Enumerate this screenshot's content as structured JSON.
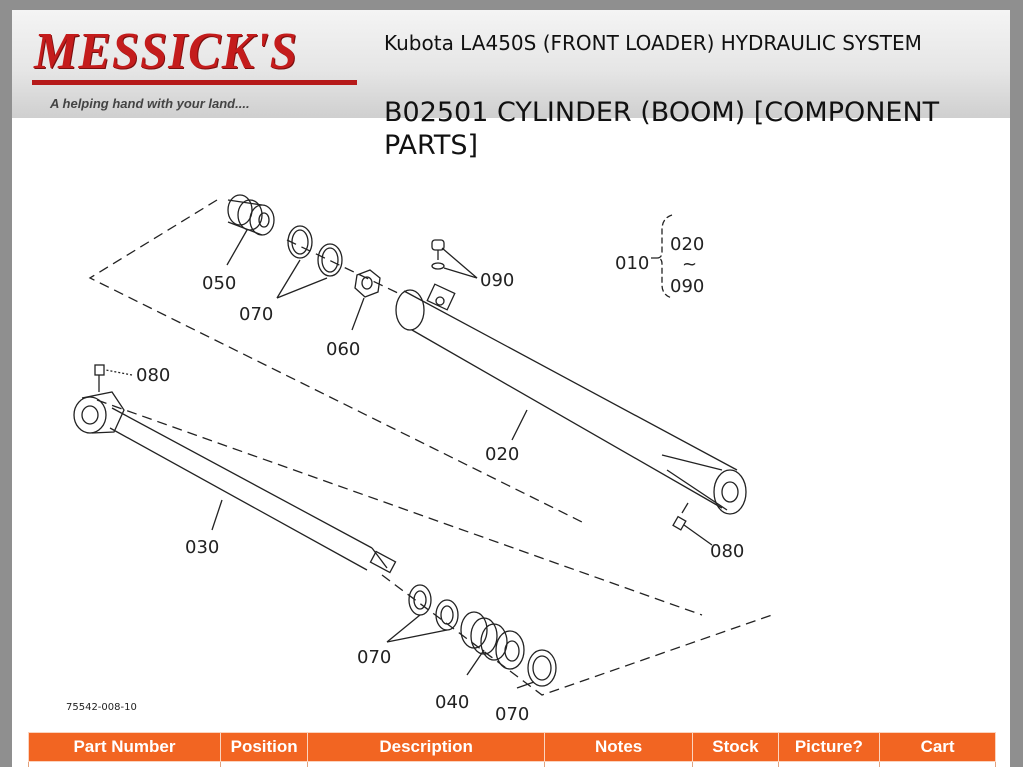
{
  "header": {
    "logo_text": "MESSICK'S",
    "tagline": "A helping hand with your land....",
    "system_title": "Kubota LA450S (FRONT LOADER) HYDRAULIC SYSTEM",
    "diagram_title": "B02501 CYLINDER (BOOM) [COMPONENT PARTS]"
  },
  "diagram": {
    "labels": {
      "p050": "050",
      "p070_a": "070",
      "p060": "060",
      "p090": "090",
      "p010": "010",
      "p020_key": "020",
      "p090_key": "090",
      "tilde": "~",
      "p080_a": "080",
      "p020": "020",
      "p030": "030",
      "p080_b": "080",
      "p070_b": "070",
      "p040": "040",
      "p070_c": "070"
    },
    "ref_code": "75542-008-10"
  },
  "table": {
    "columns": [
      "Part Number",
      "Position",
      "Description",
      "Notes",
      "Stock",
      "Picture?",
      "Cart"
    ]
  },
  "colors": {
    "header_orange": "#f26522",
    "logo_red": "#c41c1c"
  }
}
